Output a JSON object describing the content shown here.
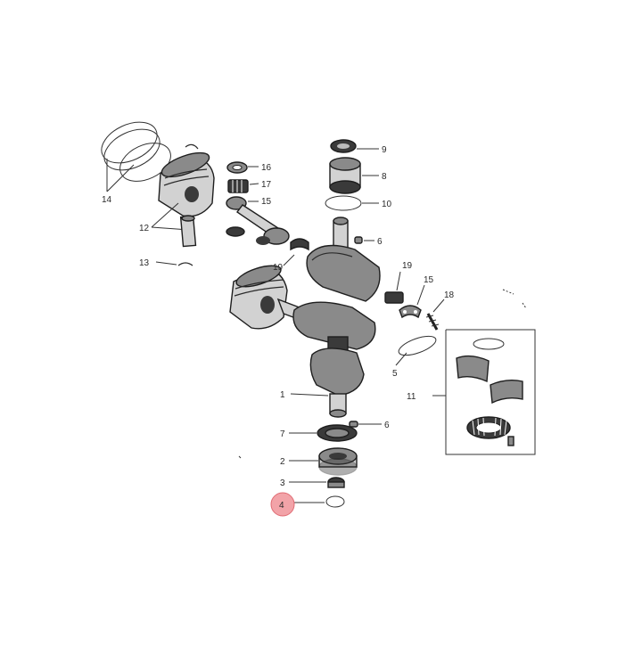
{
  "callouts": {
    "c1": "1",
    "c2": "2",
    "c3": "3",
    "c4": "4",
    "c5": "5",
    "c6a": "6",
    "c6b": "6",
    "c7": "7",
    "c8": "8",
    "c9": "9",
    "c10": "10",
    "c11": "11",
    "c12": "12",
    "c13": "13",
    "c14": "14",
    "c15a": "15",
    "c15b": "15",
    "c16": "16",
    "c17": "17",
    "c18": "18",
    "c19a": "19",
    "c19b": "19"
  },
  "highlight": {
    "selected_callout": "4",
    "color": "#f2a3a8"
  },
  "colors": {
    "ink": "#2a2a2a",
    "background": "#ffffff"
  }
}
